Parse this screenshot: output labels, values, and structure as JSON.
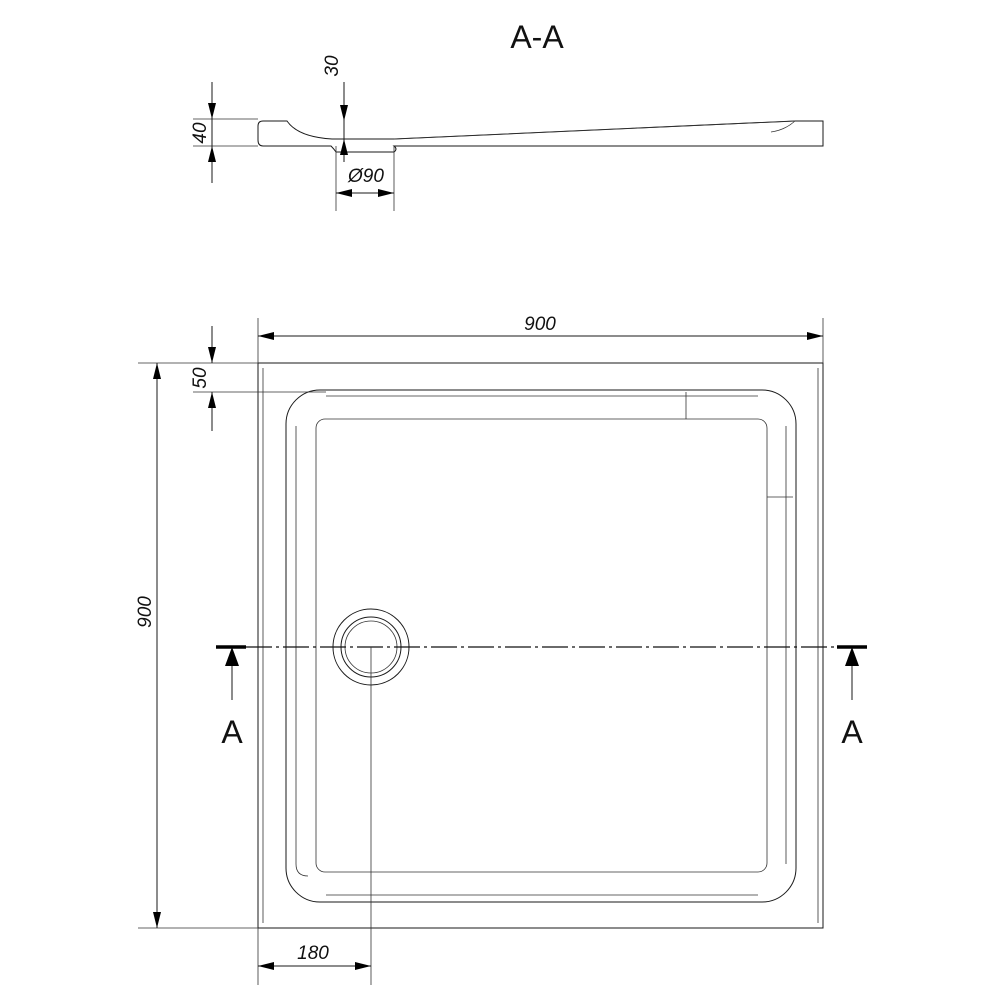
{
  "section_title": "A-A",
  "section_marker_left": "A",
  "section_marker_right": "A",
  "dimensions": {
    "tray_height": "40",
    "depth": "30",
    "drain_diameter": "Ø90",
    "width": "900",
    "length": "900",
    "rim": "50",
    "drain_offset": "180"
  }
}
